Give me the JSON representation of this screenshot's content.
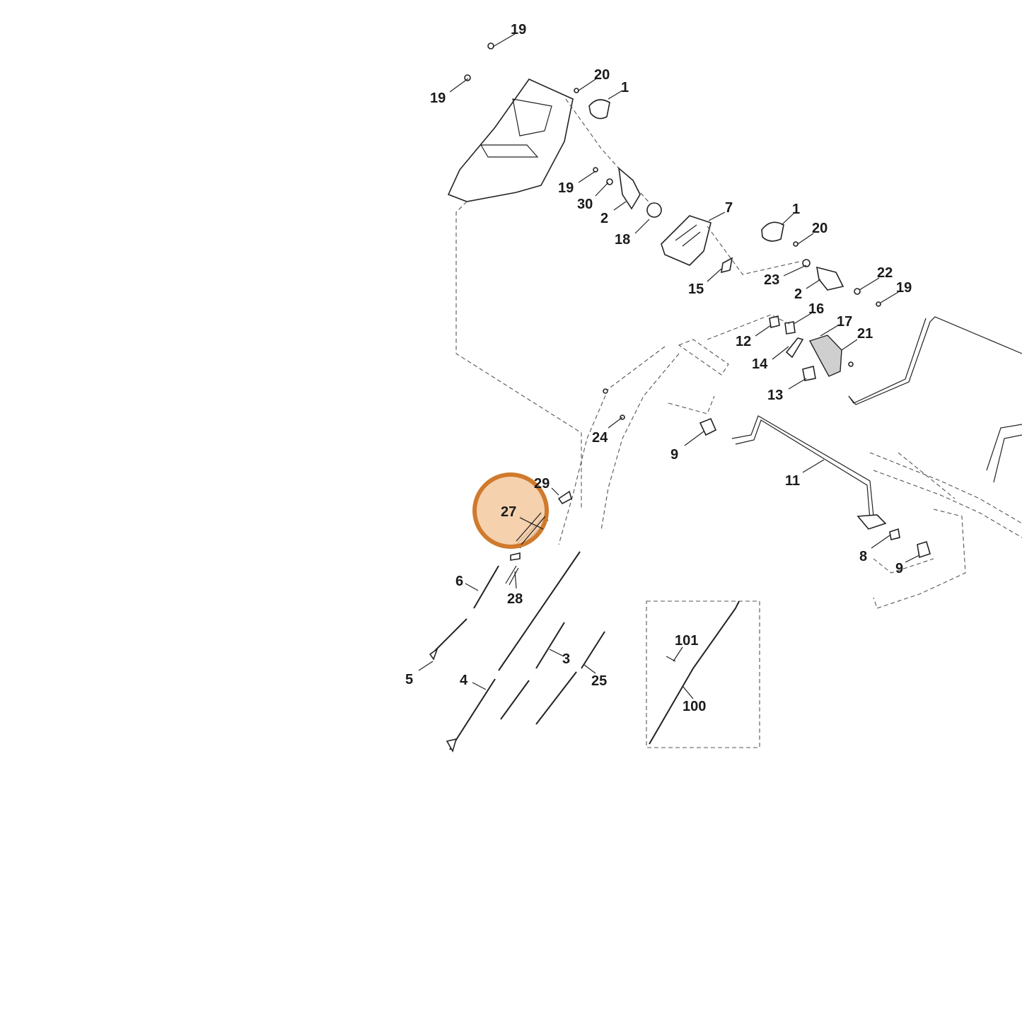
{
  "highlight": {
    "label": "27",
    "fill": "#f3c9a0",
    "stroke": "#d07a2c"
  },
  "callouts": [
    "19",
    "19",
    "20",
    "1",
    "19",
    "30",
    "2",
    "18",
    "7",
    "1",
    "20",
    "15",
    "23",
    "2",
    "22",
    "19",
    "16",
    "12",
    "17",
    "21",
    "14",
    "13",
    "24",
    "9",
    "11",
    "29",
    "27",
    "28",
    "6",
    "8",
    "9",
    "5",
    "4",
    "3",
    "25",
    "101",
    "100"
  ]
}
